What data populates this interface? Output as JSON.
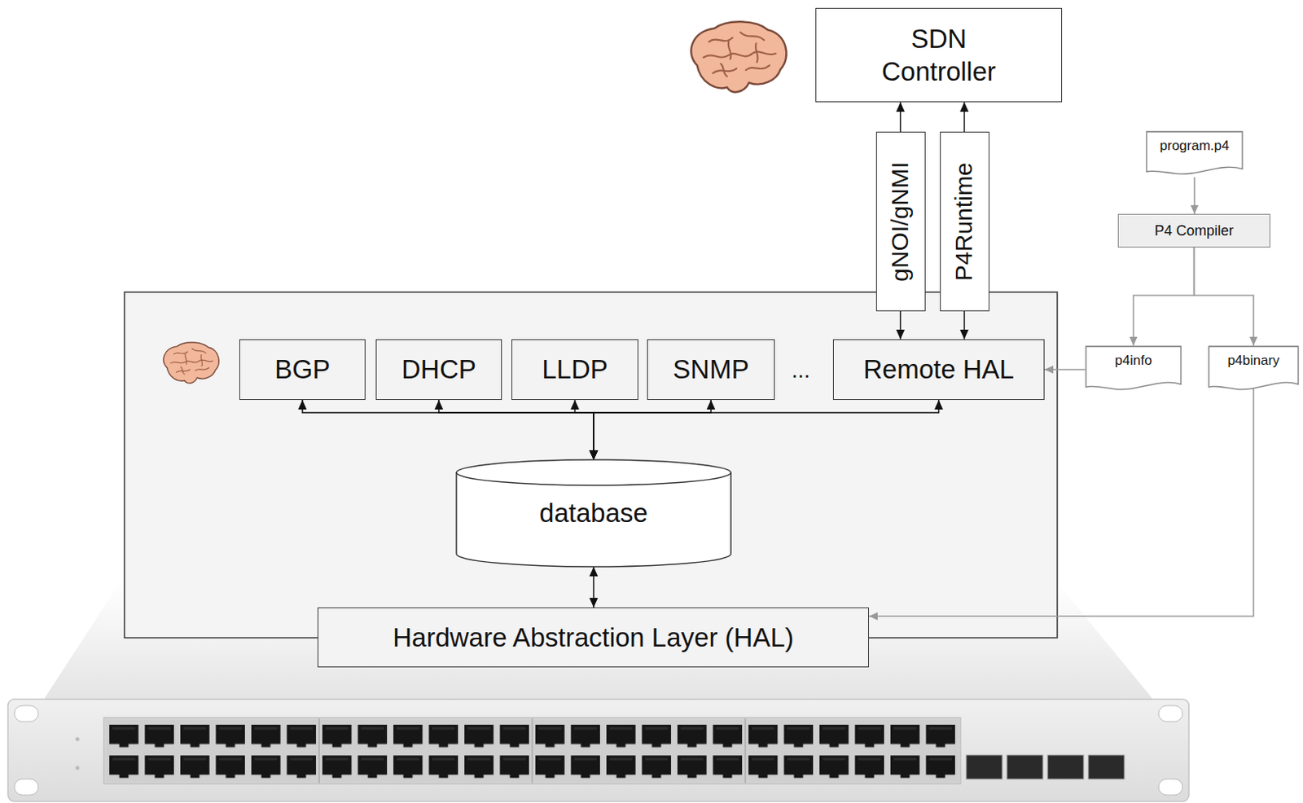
{
  "diagram": {
    "nodes": [
      {
        "text": [
          "SDN Controller"
        ]
      },
      {
        "text": [
          "gNOI/gNMI"
        ]
      },
      {
        "text": [
          "P4Runtime"
        ]
      },
      {
        "text": [
          "program.p4"
        ]
      },
      {
        "text": [
          "P4 Compiler"
        ]
      },
      {
        "text": [
          "BGP"
        ]
      },
      {
        "text": [
          "DHCP"
        ]
      },
      {
        "text": [
          "LLDP"
        ]
      },
      {
        "text": [
          "SNMP"
        ]
      },
      {
        "text": [
          "Remote HAL"
        ]
      },
      {
        "text": [
          "p4info"
        ]
      },
      {
        "text": [
          "p4binary"
        ]
      },
      {
        "text": [
          "database"
        ]
      },
      {
        "text": [
          "Hardware Abstraction Layer (HAL)"
        ]
      }
    ],
    "edges": [
      {
        "from": 1,
        "to": 0,
        "arrow": "to"
      },
      {
        "from": 1,
        "to": 9,
        "arrow": "to"
      },
      {
        "from": 2,
        "to": 0,
        "arrow": "to"
      },
      {
        "from": 2,
        "to": 9,
        "arrow": "to"
      },
      {
        "from": 12,
        "to": 5,
        "arrow": "both"
      },
      {
        "from": 12,
        "to": 6,
        "arrow": "both"
      },
      {
        "from": 12,
        "to": 7,
        "arrow": "both"
      },
      {
        "from": 12,
        "to": 8,
        "arrow": "both"
      },
      {
        "from": 12,
        "to": 9,
        "arrow": "both"
      },
      {
        "from": 12,
        "to": 13,
        "arrow": "both"
      },
      {
        "from": 3,
        "to": 4,
        "arrow": "to"
      },
      {
        "from": 4,
        "to": 10,
        "arrow": "to"
      },
      {
        "from": 4,
        "to": 11,
        "arrow": "to"
      },
      {
        "from": 10,
        "to": 9,
        "arrow": "to"
      },
      {
        "from": 11,
        "to": 13,
        "arrow": "to"
      }
    ],
    "labels": [
      "..."
    ]
  }
}
